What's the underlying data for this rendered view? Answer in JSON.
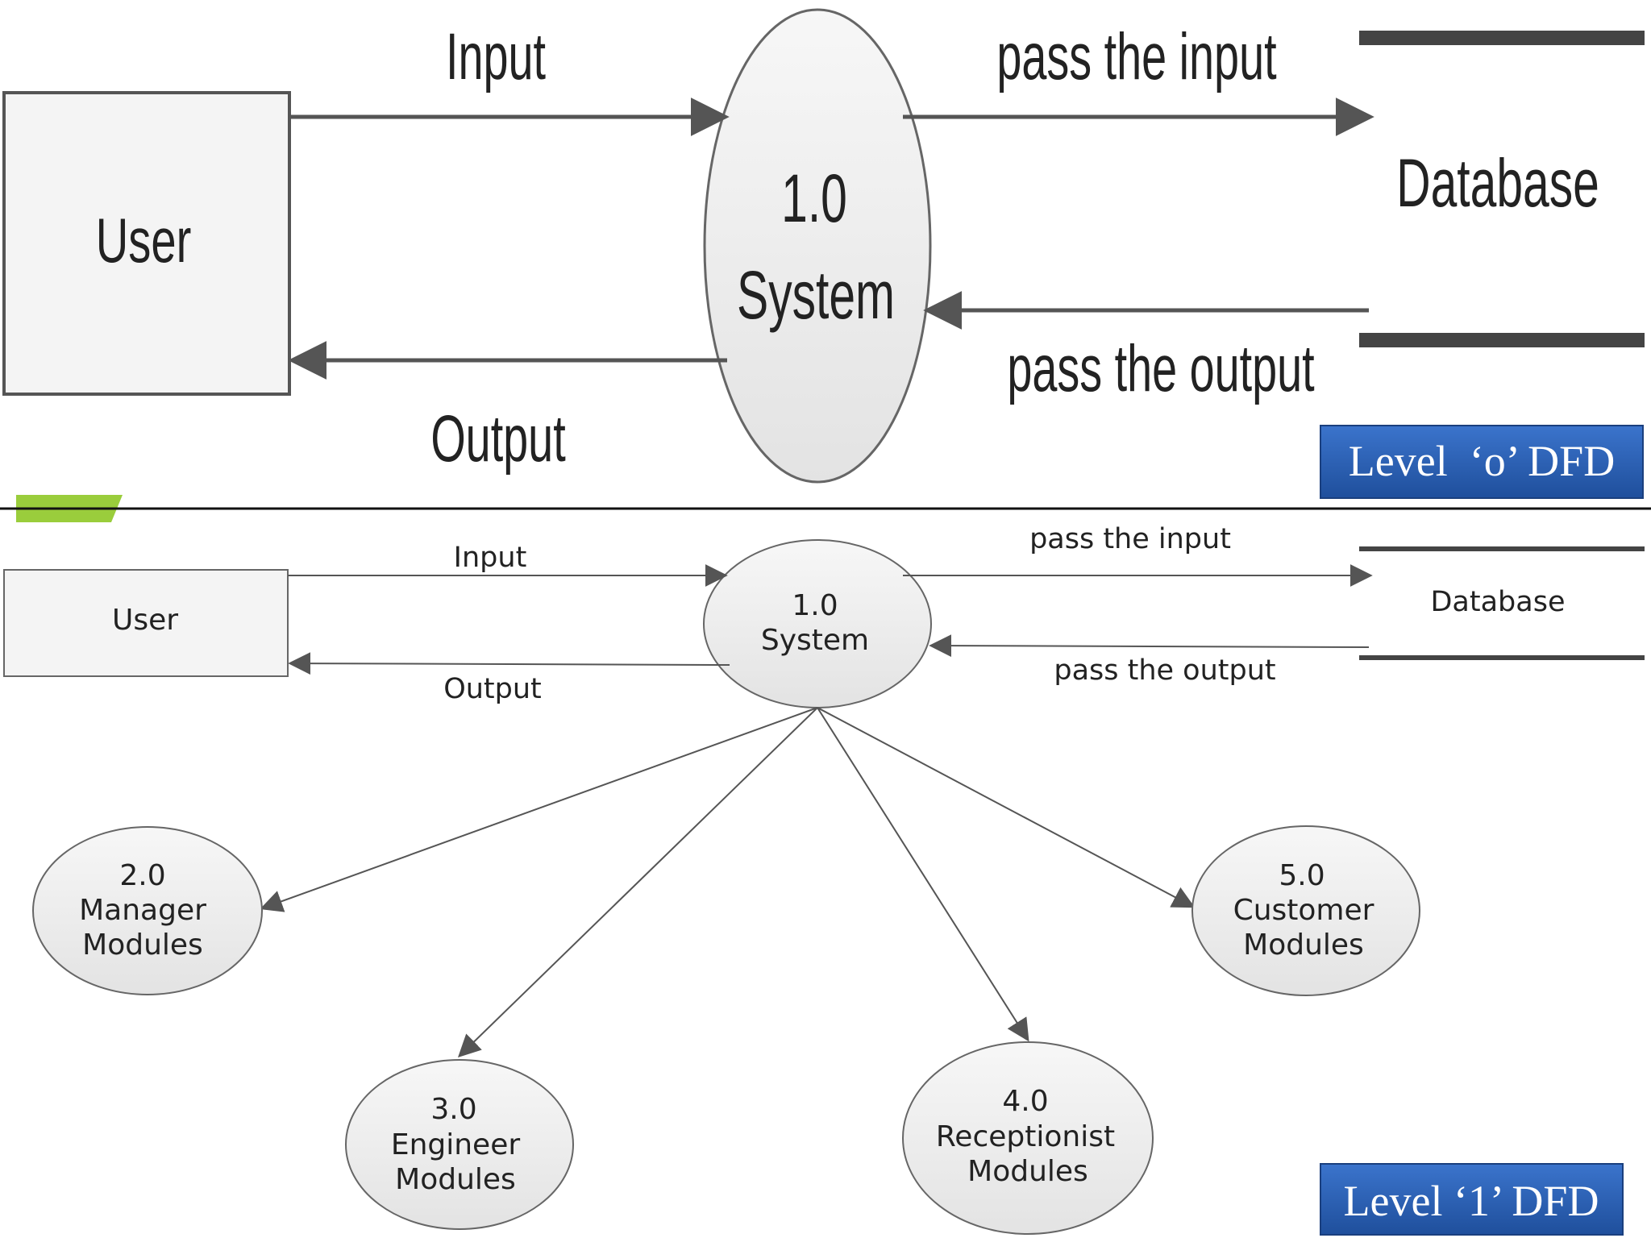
{
  "level0": {
    "entity": "User",
    "process_number": "1.0",
    "process_name": "System",
    "store": "Database",
    "flow_input": "Input",
    "flow_output": "Output",
    "flow_pass_input": "pass the input",
    "flow_pass_output": "pass the output",
    "badge": "Level  ‘o’ DFD"
  },
  "level1": {
    "entity": "User",
    "process_number": "1.0",
    "process_name": "System",
    "store": "Database",
    "flow_input": "Input",
    "flow_output": "Output",
    "flow_pass_input": "pass the input",
    "flow_pass_output": "pass the output",
    "modules": [
      {
        "number": "2.0",
        "line1": "Manager",
        "line2": "Modules"
      },
      {
        "number": "3.0",
        "line1": "Engineer",
        "line2": "Modules"
      },
      {
        "number": "4.0",
        "line1": "Receptionist",
        "line2": "Modules"
      },
      {
        "number": "5.0",
        "line1": "Customer",
        "line2": "Modules"
      }
    ],
    "badge": "Level ‘1’ DFD"
  },
  "colors": {
    "line": "#555555",
    "bubble_fill": "#ececec",
    "box_fill": "#f4f4f4",
    "badge_fill": "#2d62b8",
    "accent_green": "#9acd3c"
  }
}
